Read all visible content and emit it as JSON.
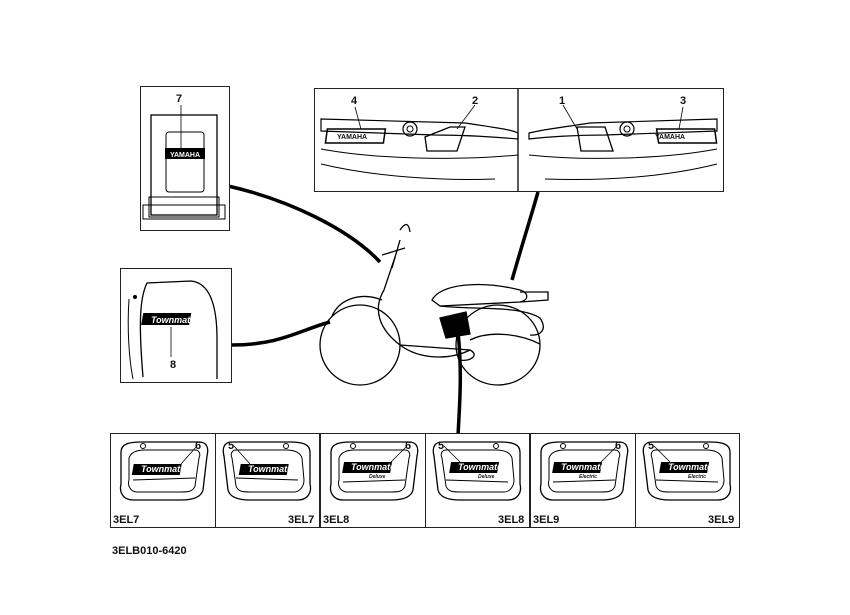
{
  "callouts": {
    "c1": "1",
    "c2": "2",
    "c3": "3",
    "c4": "4",
    "c5a": "5",
    "c5b": "5",
    "c5c": "5",
    "c6a": "6",
    "c6b": "6",
    "c6c": "6",
    "c7": "7",
    "c8": "8"
  },
  "decal_text": {
    "yamaha_left": "YAMAHA",
    "yamaha_right": "YAMAHA",
    "yamaha_tank": "YAMAHA",
    "townmate_side": "Townmate",
    "townmate_panel": "Townmate",
    "deluxe": "Deluxe",
    "electric": "Electric"
  },
  "variants": {
    "p1": "3EL7",
    "p2": "3EL7",
    "p3": "3EL8",
    "p4": "3EL8",
    "p5": "3EL9",
    "p6": "3EL9"
  },
  "figure_code": "3ELB010-6420"
}
